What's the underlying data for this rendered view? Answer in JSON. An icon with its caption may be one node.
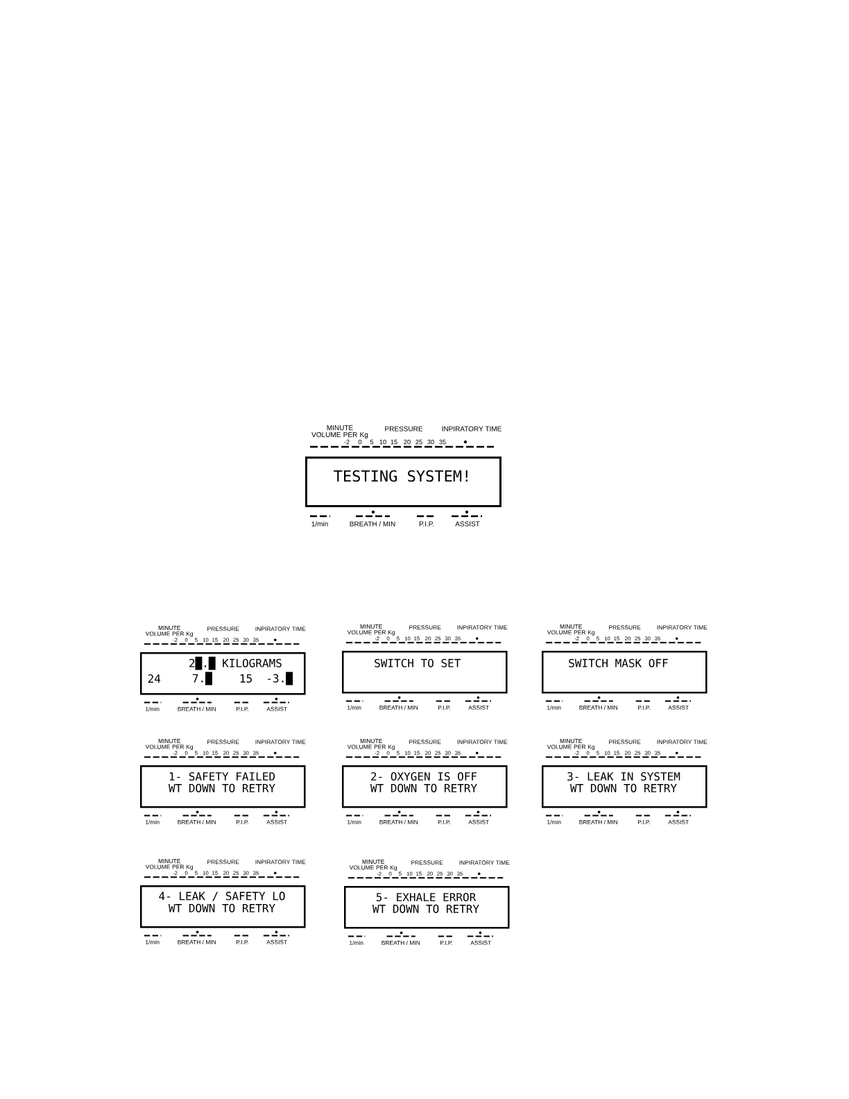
{
  "diagram": {
    "nodes": [
      {
        "text": [
          "TESTING SYSTEM!"
        ]
      },
      {
        "text": [
          "2█.█ KILOGRAMS",
          "24",
          "7.█",
          "15",
          "-3.█"
        ]
      },
      {
        "text": [
          "SWITCH TO SET"
        ]
      },
      {
        "text": [
          "SWITCH MASK OFF"
        ]
      },
      {
        "text": [
          "1- SAFETY FAILED",
          "WT DOWN TO RETRY"
        ]
      },
      {
        "text": [
          "2- OXYGEN IS OFF",
          "WT DOWN TO RETRY"
        ]
      },
      {
        "text": [
          "3- LEAK IN SYSTEM",
          "WT DOWN TO RETRY"
        ]
      },
      {
        "text": [
          "4- LEAK / SAFETY LO",
          "WT DOWN TO RETRY"
        ]
      },
      {
        "text": [
          "5- EXHALE ERROR",
          "WT DOWN TO RETRY"
        ]
      }
    ],
    "labels": [
      "MINUTE VOLUME PER Kg",
      "PRESSURE",
      "INPIRATORY TIME",
      "-2",
      "0",
      "5",
      "10",
      "15",
      "20",
      "25",
      "30",
      "35",
      "1/min",
      "BREATH / MIN",
      "P.I.P.",
      "ASSIST",
      "MINUTE VOLUME PER Kg",
      "PRESSURE",
      "INPIRATORY TIME",
      "-2",
      "0",
      "5",
      "10",
      "15",
      "20",
      "25",
      "30",
      "35",
      "1/min",
      "BREATH / MIN",
      "P.I.P.",
      "ASSIST",
      "MINUTE VOLUME PER Kg",
      "PRESSURE",
      "INPIRATORY TIME",
      "-2",
      "0",
      "5",
      "10",
      "15",
      "20",
      "25",
      "30",
      "35",
      "1/min",
      "BREATH / MIN",
      "P.I.P.",
      "ASSIST",
      "MINUTE VOLUME PER Kg",
      "PRESSURE",
      "INPIRATORY TIME",
      "-2",
      "0",
      "5",
      "10",
      "15",
      "20",
      "25",
      "30",
      "35",
      "1/min",
      "BREATH / MIN",
      "P.I.P.",
      "ASSIST",
      "MINUTE VOLUME PER Kg",
      "PRESSURE",
      "INPIRATORY TIME",
      "-2",
      "0",
      "5",
      "10",
      "15",
      "20",
      "25",
      "30",
      "35",
      "1/min",
      "BREATH / MIN",
      "P.I.P.",
      "ASSIST",
      "MINUTE VOLUME PER Kg",
      "PRESSURE",
      "INPIRATORY TIME",
      "-2",
      "0",
      "5",
      "10",
      "15",
      "20",
      "25",
      "30",
      "35",
      "1/min",
      "BREATH / MIN",
      "P.I.P.",
      "ASSIST",
      "MINUTE VOLUME PER Kg",
      "PRESSURE",
      "INPIRATORY TIME",
      "-2",
      "0",
      "5",
      "10",
      "15",
      "20",
      "25",
      "30",
      "35",
      "1/min",
      "BREATH / MIN",
      "P.I.P.",
      "ASSIST",
      "MINUTE VOLUME PER Kg",
      "PRESSURE",
      "INPIRATORY TIME",
      "-2",
      "0",
      "5",
      "10",
      "15",
      "20",
      "25",
      "30",
      "35",
      "1/min",
      "BREATH / MIN",
      "P.I.P.",
      "ASSIST",
      "MINUTE VOLUME PER Kg",
      "PRESSURE",
      "INPIRATORY TIME",
      "-2",
      "0",
      "5",
      "10",
      "15",
      "20",
      "25",
      "30",
      "35",
      "1/min",
      "BREATH / MIN",
      "P.I.P.",
      "ASSIST"
    ]
  }
}
